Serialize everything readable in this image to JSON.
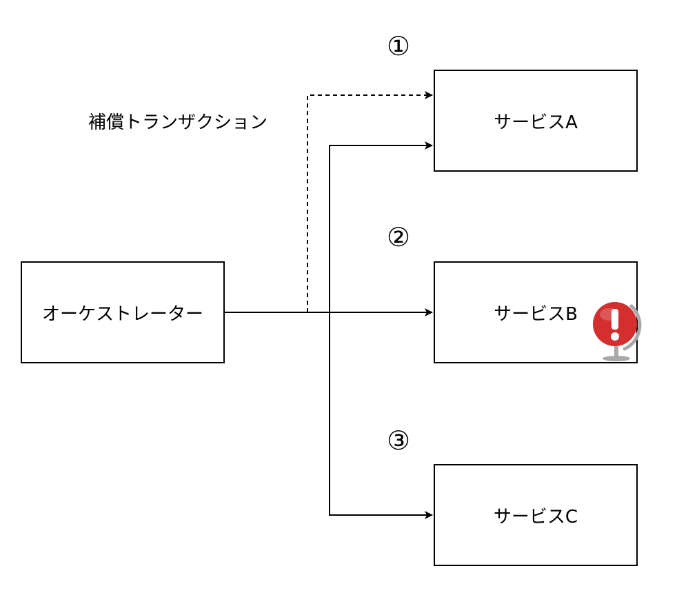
{
  "nodes": {
    "orchestrator": "オーケストレーター",
    "service_a": "サービスA",
    "service_b": "サービスB",
    "service_c": "サービスC"
  },
  "steps": {
    "one": "①",
    "two": "②",
    "three": "③"
  },
  "compensating_label": "補償トランザクション",
  "icons": {
    "alert": "error-globe-icon"
  },
  "colors": {
    "alert_red": "#d42e2e",
    "alert_stand": "#a8a8a8"
  }
}
